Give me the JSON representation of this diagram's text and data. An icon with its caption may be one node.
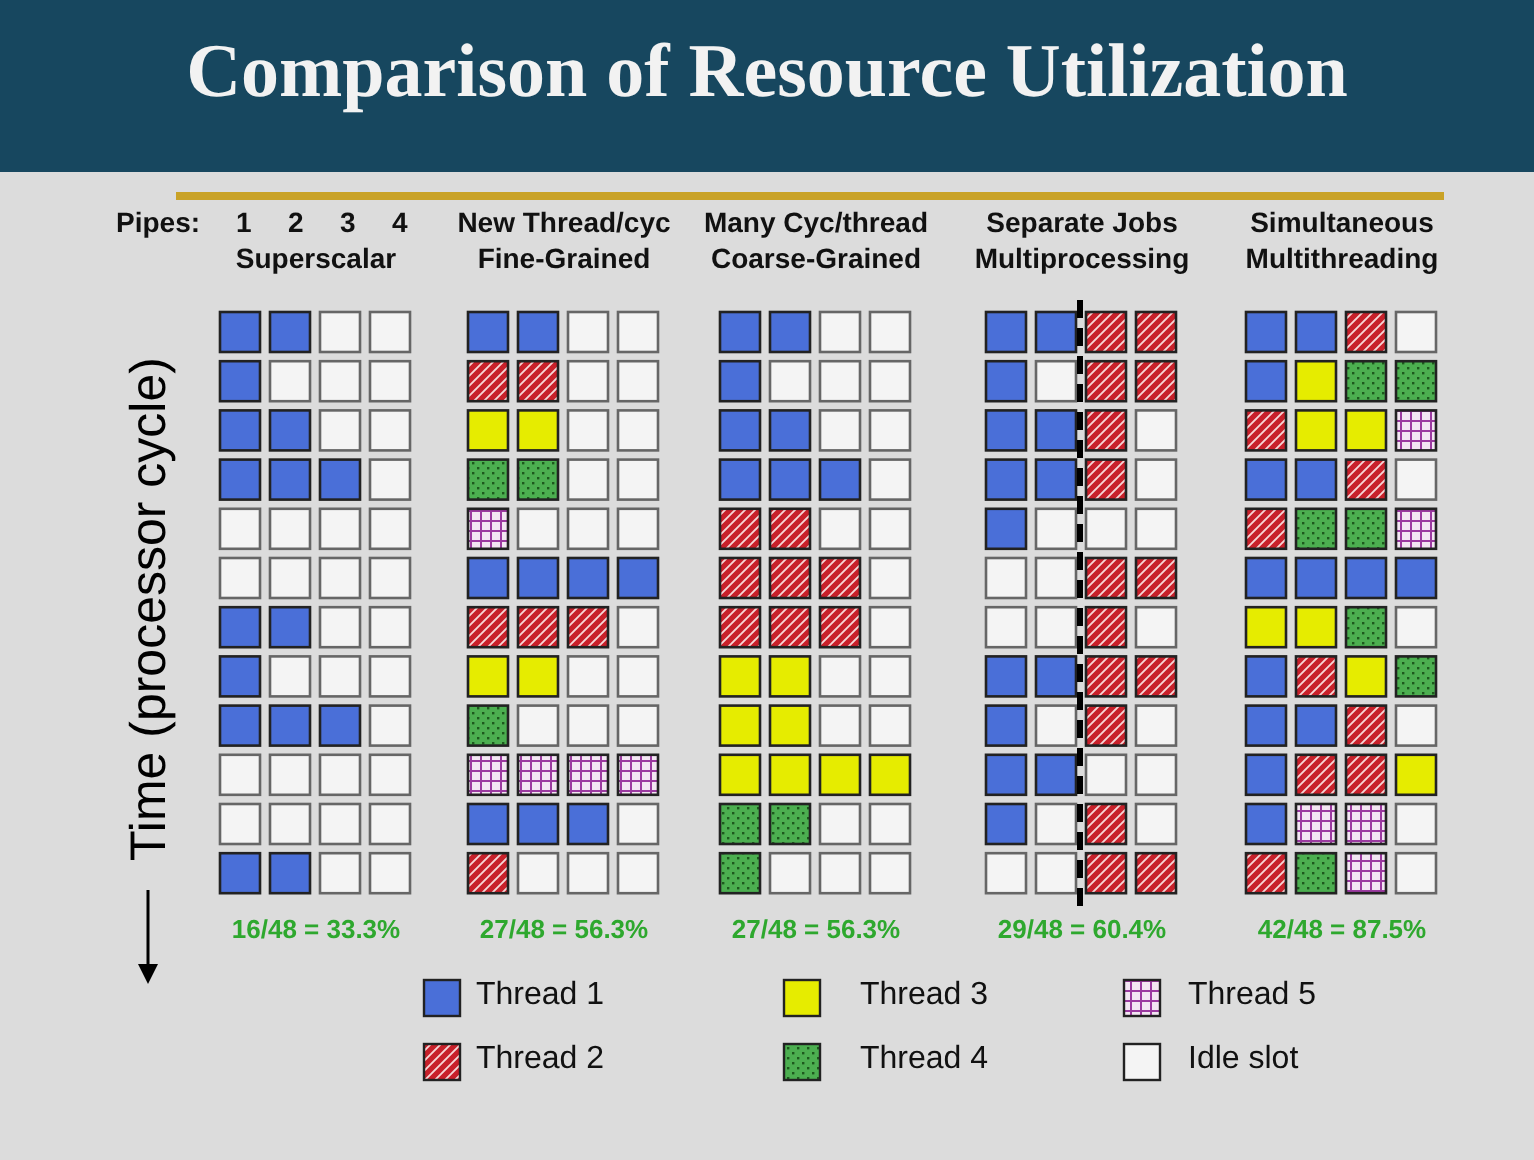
{
  "diagram": {
    "title": "Comparison of Resource Utilization",
    "labels": [
      "Pipes:",
      "1",
      "2",
      "3",
      "4",
      "Superscalar",
      "New Thread/cyc",
      "Fine-Grained",
      "Many Cyc/thread",
      "Coarse-Grained",
      "Separate Jobs",
      "Multiprocessing",
      "Simultaneous",
      "Multithreading",
      "Time (processor cycle)",
      "16/48 = 33.3%",
      "27/48 = 56.3%",
      "27/48 = 56.3%",
      "29/48 = 60.4%",
      "42/48 = 87.5%"
    ],
    "legend": [
      {
        "text": "Thread 1",
        "color": "#4a6fd8"
      },
      {
        "text": "Thread 2",
        "color": "#c8202a"
      },
      {
        "text": "Thread 3",
        "color": "#e6ec00"
      },
      {
        "text": "Thread 4",
        "color": "#4caf50"
      },
      {
        "text": "Thread 5",
        "color": "#9b3aa0"
      },
      {
        "text": "Idle slot",
        "color": "#f4f4f4"
      }
    ]
  }
}
